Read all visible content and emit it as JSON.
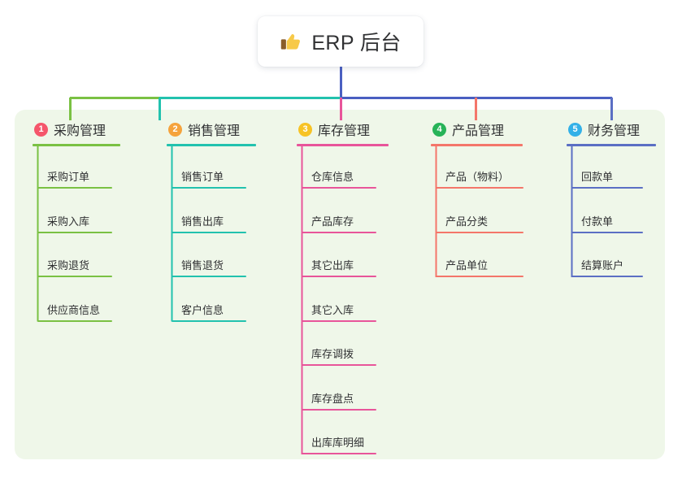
{
  "root": {
    "icon": "thumbs-up-icon",
    "title": "ERP 后台"
  },
  "panel": {
    "background_color": "#eff7e9"
  },
  "columns": [
    {
      "index_label": "1",
      "title": "采购管理",
      "badge_color": "#f5566b",
      "line_color": "#7ac143",
      "items": [
        "采购订单",
        "采购入库",
        "采购退货",
        "供应商信息"
      ]
    },
    {
      "index_label": "2",
      "title": "销售管理",
      "badge_color": "#f5a33c",
      "line_color": "#22c2ae",
      "items": [
        "销售订单",
        "销售出库",
        "销售退货",
        "客户信息"
      ]
    },
    {
      "index_label": "3",
      "title": "库存管理",
      "badge_color": "#f7c325",
      "line_color": "#e8559a",
      "items": [
        "仓库信息",
        "产品库存",
        "其它出库",
        "其它入库",
        "库存调拨",
        "库存盘点",
        "出库库明细"
      ]
    },
    {
      "index_label": "4",
      "title": "产品管理",
      "badge_color": "#27b358",
      "line_color": "#f4766a",
      "items": [
        "产品（物料）",
        "产品分类",
        "产品单位"
      ]
    },
    {
      "index_label": "5",
      "title": "财务管理",
      "badge_color": "#33b1e8",
      "line_color": "#5b6fc4",
      "items": [
        "回款单",
        "付款单",
        "结算账户"
      ]
    }
  ],
  "connectors": {
    "trunk_color": "#4a5fc1",
    "bar_segments": [
      {
        "color": "#7ac143"
      },
      {
        "color": "#22c2ae"
      },
      {
        "color": "#4a5fc1"
      }
    ]
  }
}
